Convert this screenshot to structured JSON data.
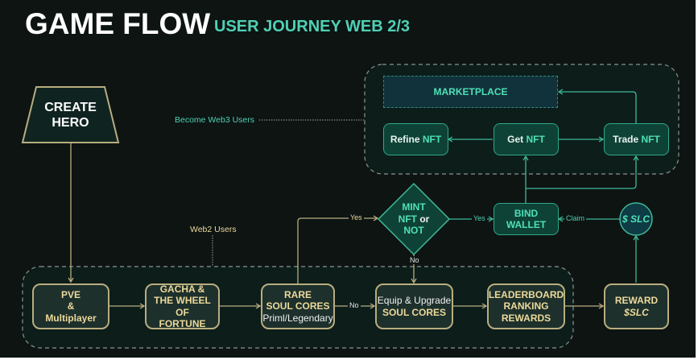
{
  "header": {
    "title": "GAME FLOW",
    "subtitle": "USER JOURNEY WEB 2/3"
  },
  "colors": {
    "background": "#0d1412",
    "web2_accent": "#b9ad7f",
    "web2_text": "#ecd99a",
    "web3_accent": "#4fd1b5",
    "web3_fill": "#0f4236",
    "marketplace_fill": "#11323a"
  },
  "start": {
    "line1": "CREATE",
    "line2": "HERO"
  },
  "labels": {
    "become_web3": "Become Web3 Users",
    "web2_users": "Web2 Users",
    "yes_to_mint": "Yes",
    "yes_to_bind": "Yes",
    "no_from_mint": "No",
    "no_from_rare": "No",
    "claim": "Claim"
  },
  "web3": {
    "marketplace": "MARKETPLACE",
    "refine": {
      "verb": "Refine",
      "noun": "NFT"
    },
    "get": {
      "verb": "Get",
      "noun": "NFT"
    },
    "trade": {
      "verb": "Trade",
      "noun": "NFT"
    },
    "bind_wallet": {
      "line1": "BIND",
      "line2": "WALLET"
    },
    "slc_token": "$ SLC"
  },
  "decision": {
    "line1": "MINT",
    "line2a": "NFT",
    "line2b": "or",
    "line3": "NOT"
  },
  "web2": {
    "pve": {
      "line1": "PVE",
      "line2": "&",
      "line3": "Multiplayer"
    },
    "gacha": {
      "line1": "GACHA &",
      "line2": "THE WHEEL OF",
      "line3": "FORTUNE"
    },
    "rare": {
      "line1": "RARE",
      "line2": "SOUL CORES",
      "line3": "Priml/Legendary"
    },
    "equip": {
      "line1": "Equip & Upgrade",
      "line2": "SOUL CORES"
    },
    "leaderboard": {
      "line1": "LEADERBOARD",
      "line2": "RANKING",
      "line3": "REWARDS"
    },
    "reward": {
      "line1": "REWARD",
      "line2": "$SLC"
    }
  }
}
